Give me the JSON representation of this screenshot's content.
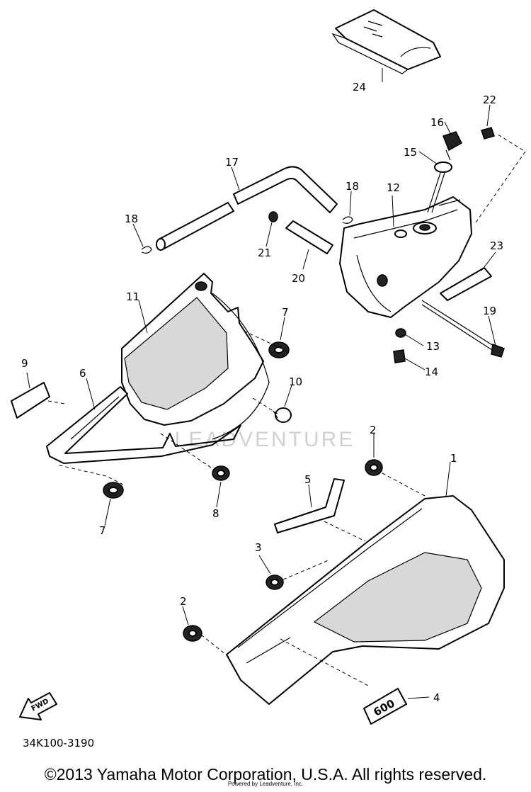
{
  "diagram_id": "34K100-3190",
  "copyright": "©2013 Yamaha Motor Corporation, U.S.A. All rights reserved.",
  "credit": "Powered by Leadventure, Inc.",
  "watermark_text": "LEADVENTURE",
  "fwd_arrow_label": "FWD",
  "emblem_text": "600",
  "callouts": {
    "c1": "1",
    "c2a": "2",
    "c2b": "2",
    "c3": "3",
    "c4": "4",
    "c5": "5",
    "c6": "6",
    "c7a": "7",
    "c7b": "7",
    "c8": "8",
    "c9": "9",
    "c10": "10",
    "c11": "11",
    "c12": "12",
    "c13": "13",
    "c14": "14",
    "c15": "15",
    "c16": "16",
    "c17": "17",
    "c18a": "18",
    "c18b": "18",
    "c19": "19",
    "c20": "20",
    "c21": "21",
    "c22": "22",
    "c23": "23",
    "c24": "24"
  }
}
